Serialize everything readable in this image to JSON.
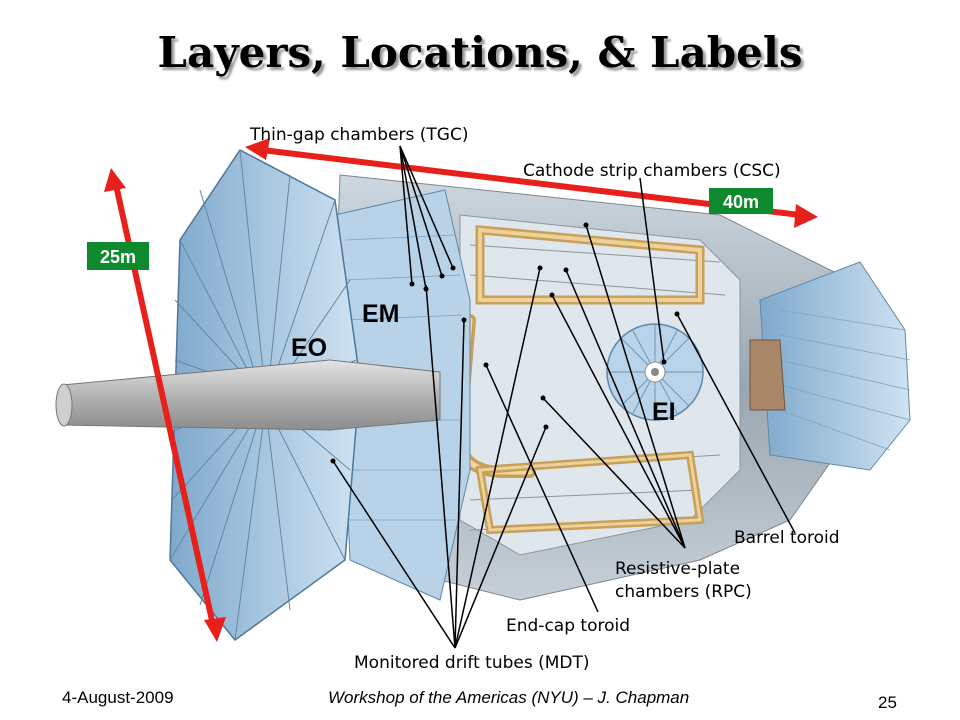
{
  "slide": {
    "title": "Layers, Locations, & Labels",
    "footer_date": "4-August-2009",
    "footer_workshop": "Workshop of the Americas (NYU) – J. Chapman",
    "page_number": "25"
  },
  "diagram": {
    "labels": {
      "tgc": "Thin-gap chambers (TGC)",
      "csc": "Cathode strip chambers (CSC)",
      "barrel_toroid": "Barrel toroid",
      "rpc_line1": "Resistive-plate",
      "rpc_line2": "chambers (RPC)",
      "endcap_toroid": "End-cap toroid",
      "mdt": "Monitored drift tubes (MDT)",
      "eo": "EO",
      "em": "EM",
      "ei": "EI"
    },
    "dimensions": {
      "length": "40m",
      "height": "25m"
    },
    "colors": {
      "arrow": "#e8201c",
      "dimension_badge": "#0e8a2e",
      "chamber_blue": "#a9cbe6",
      "toroid_gold": "#e3c07a"
    }
  }
}
